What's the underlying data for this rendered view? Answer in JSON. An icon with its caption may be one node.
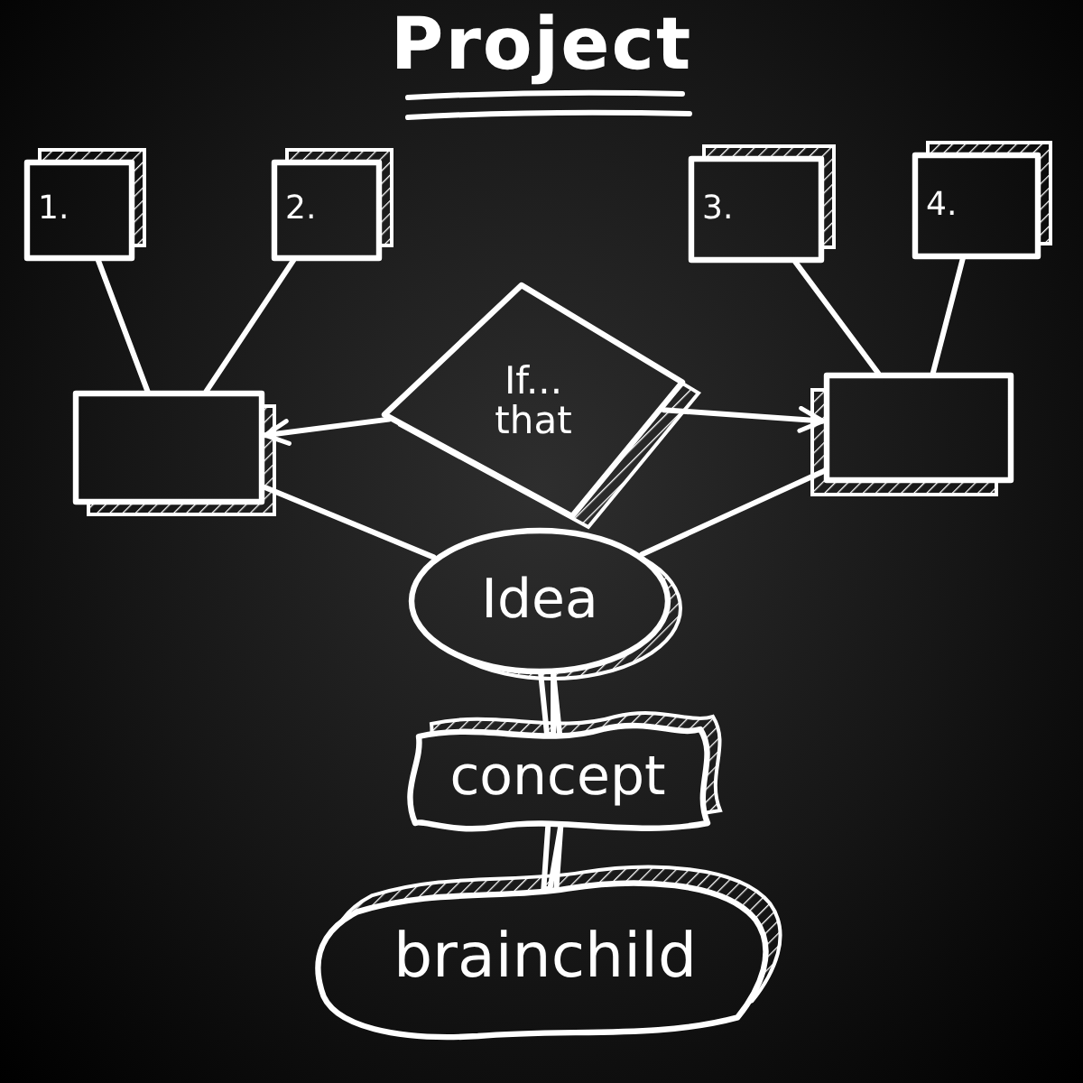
{
  "diagram": {
    "title": "Project",
    "nodes": [
      {
        "text": [
          "1."
        ]
      },
      {
        "text": [
          "2."
        ]
      },
      {
        "text": [
          "3."
        ]
      },
      {
        "text": [
          "4."
        ]
      },
      {
        "text": [],
        "shape": "box"
      },
      {
        "text": [
          "If... that"
        ]
      },
      {
        "text": [],
        "shape": "box"
      },
      {
        "text": [
          "Idea"
        ]
      },
      {
        "text": [
          "concept"
        ]
      },
      {
        "text": [
          "brainchild"
        ]
      }
    ],
    "edges": [
      {
        "from": 0,
        "to": 4,
        "arrow": "none"
      },
      {
        "from": 1,
        "to": 4,
        "arrow": "none"
      },
      {
        "from": 2,
        "to": 6,
        "arrow": "none"
      },
      {
        "from": 3,
        "to": 6,
        "arrow": "none"
      },
      {
        "from": 5,
        "to": 4,
        "arrow": "to"
      },
      {
        "from": 5,
        "to": 6,
        "arrow": "to"
      },
      {
        "from": 4,
        "to": 7,
        "arrow": "none"
      },
      {
        "from": 6,
        "to": 7,
        "arrow": "none"
      },
      {
        "from": 7,
        "to": 8,
        "arrow": "none"
      },
      {
        "from": 8,
        "to": 9,
        "arrow": "none"
      }
    ]
  }
}
